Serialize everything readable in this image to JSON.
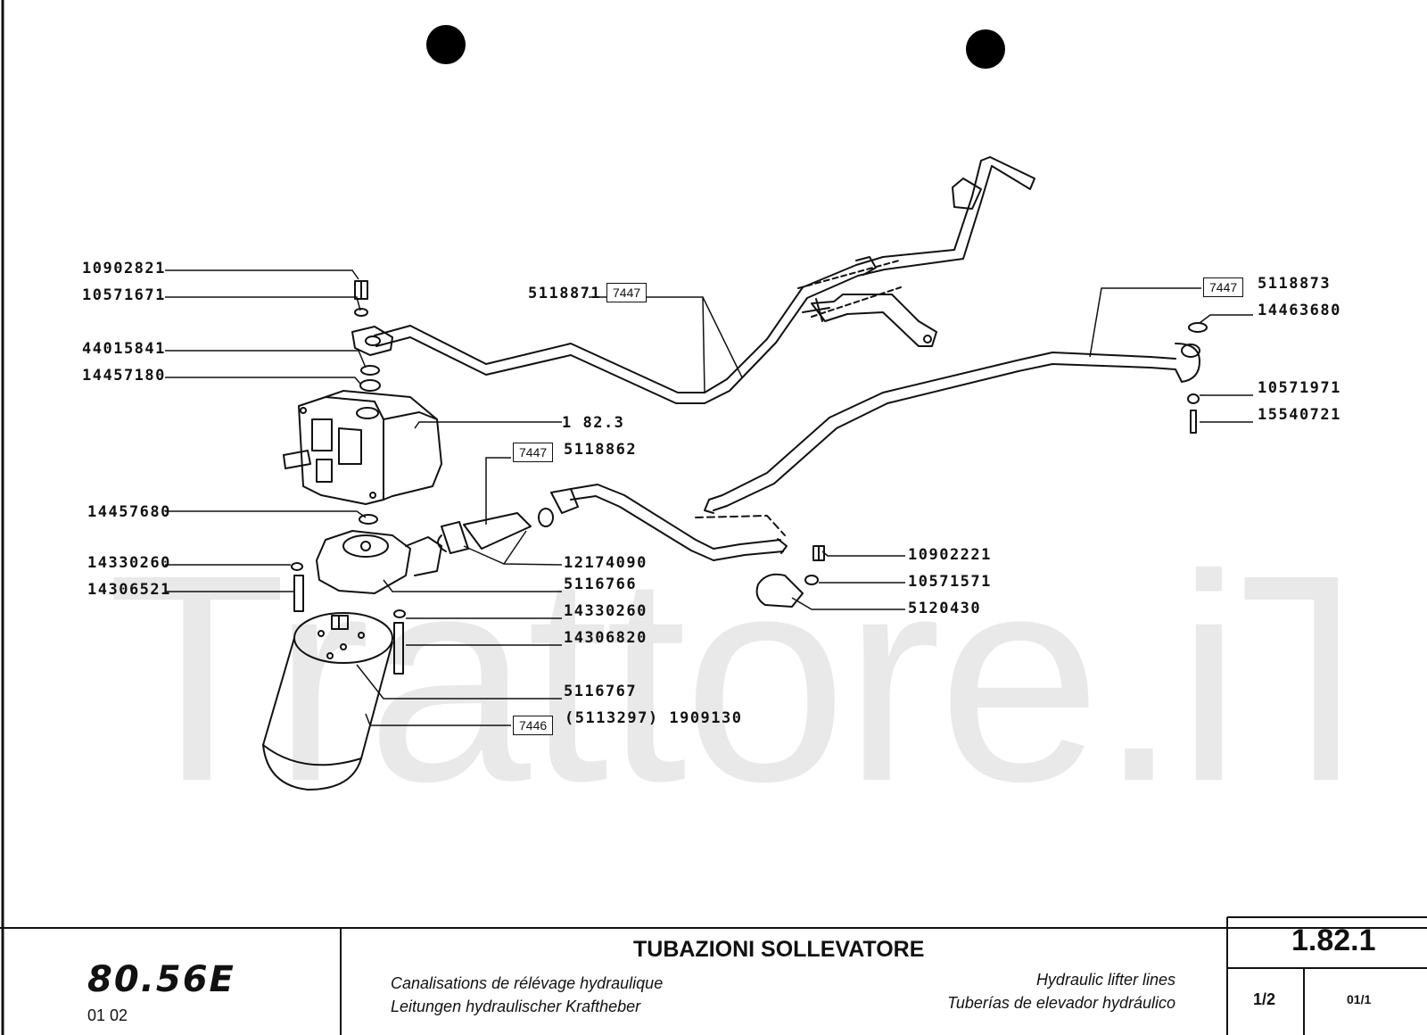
{
  "watermark": "Trattore.iT",
  "parts": {
    "p10902821": "10902821",
    "p10571671": "10571671",
    "p44015841": "44015841",
    "p14457180": "14457180",
    "p5118871": "5118871",
    "p7447a": "7447",
    "p182_3": "1 82.3",
    "p7447b": "7447",
    "p5118862": "5118862",
    "p14457680": "14457680",
    "p14330260a": "14330260",
    "p14306521": "14306521",
    "p12174090": "12174090",
    "p5116766": "5116766",
    "p14330260b": "14330260",
    "p14306820": "14306820",
    "p5116767": "5116767",
    "p7446": "7446",
    "p1909130": "(5113297) 1909130",
    "p7447c": "7447",
    "p5118873": "5118873",
    "p14463680": "14463680",
    "p10571971": "10571971",
    "p15540721": "15540721",
    "p10902221": "10902221",
    "p10571571": "10571571",
    "p5120430": "5120430"
  },
  "title_block": {
    "model": "80.56E",
    "model_sub": "01   02",
    "title": "TUBAZIONI SOLLEVATORE",
    "fr": "Canalisations de rélévage hydraulique",
    "de": "Leitungen hydraulischer Kraftheber",
    "en": "Hydraulic lifter lines",
    "es": "Tuberías de elevador hydráulico",
    "ref": "1.82.1",
    "page": "1/2",
    "rev": "01/1"
  }
}
